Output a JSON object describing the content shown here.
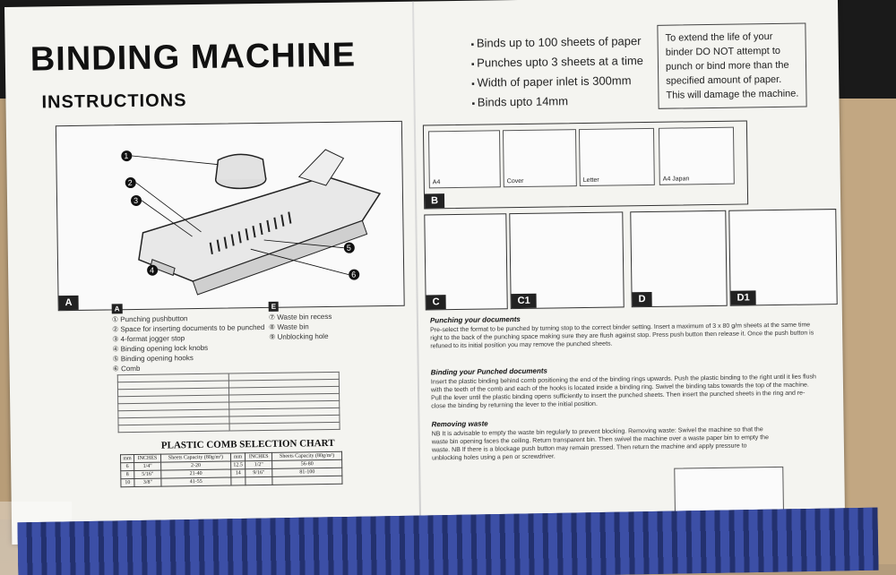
{
  "title": "BINDING MACHINE",
  "subtitle": "INSTRUCTIONS",
  "specs": [
    "Binds up to 100 sheets of paper",
    "Punches upto 3 sheets at a time",
    "Width of paper inlet is 300mm",
    "Binds upto 14mm"
  ],
  "warning": "To extend the life of your binder DO NOT attempt to punch or bind more than the specified amount of paper. This will damage the machine.",
  "panel_labels": {
    "a": "A",
    "b": "B",
    "c": "C",
    "c1": "C1",
    "d": "D",
    "d1": "D1",
    "e": "E"
  },
  "parts_list": [
    "① Punching pushbutton",
    "② Space for inserting documents to be punched",
    "③ 4-format jogger stop",
    "④ Binding opening lock knobs",
    "⑤ Binding opening hooks",
    "⑥ Comb"
  ],
  "parts_list_2": [
    "⑦ Waste bin recess",
    "⑧ Waste bin",
    "⑨ Unblocking hole"
  ],
  "format_labels": [
    "A4",
    "Cover",
    "Letter",
    "A4 Japan"
  ],
  "chart_title": "PLASTIC COMB SELECTION CHART",
  "comb_header": [
    "mm",
    "INCHES",
    "Sheets Capacity (80g/m²)",
    "mm",
    "INCHES",
    "Sheets Capacity (80g/m²)"
  ],
  "comb_rows": [
    [
      "6",
      "1/4\"",
      "2-20",
      "12.5",
      "1/2\"",
      "56-80"
    ],
    [
      "8",
      "5/16\"",
      "21-40",
      "14",
      "9/16\"",
      "81-100"
    ],
    [
      "10",
      "3/8\"",
      "41-55",
      "",
      "",
      ""
    ]
  ],
  "sections": [
    {
      "head": "Punching your documents",
      "text": "Pre-select the format to be punched by turning stop to the correct binder setting. Insert a maximum of 3 x 80 g/m sheets at the same time right to the back of the punching space making sure they are flush against stop. Press push button then release it. Once the push button is refuned to its initial position you may remove the punched sheets."
    },
    {
      "head": "Binding your Punched documents",
      "text": "Insert the plastic binding behind comb positioning the end of the binding rings upwards. Push the plastic binding to the right until it lies flush with the teeth of the comb and each of the hooks is located inside a binding ring. Swivel the binding tabs towards the top of the machine. Pull the lever until the plastic binding opens sufficiently to insert the punched sheets. Then insert the punched sheets in the ring and re-close the binding by returning the lever to the initial position."
    },
    {
      "head": "Removing waste",
      "text": "NB It is advisable to empty the waste bin regularly to prevent blocking. Removing waste: Swivel the machine so that the waste bin opening faces the ceiling. Return transparent bin. Then swivel the machine over a waste paper bin to empty the waste. NB If there is a blockage push button may remain pressed. Then return the machine and apply pressure to unblocking holes using a pen or screwdriver."
    }
  ]
}
